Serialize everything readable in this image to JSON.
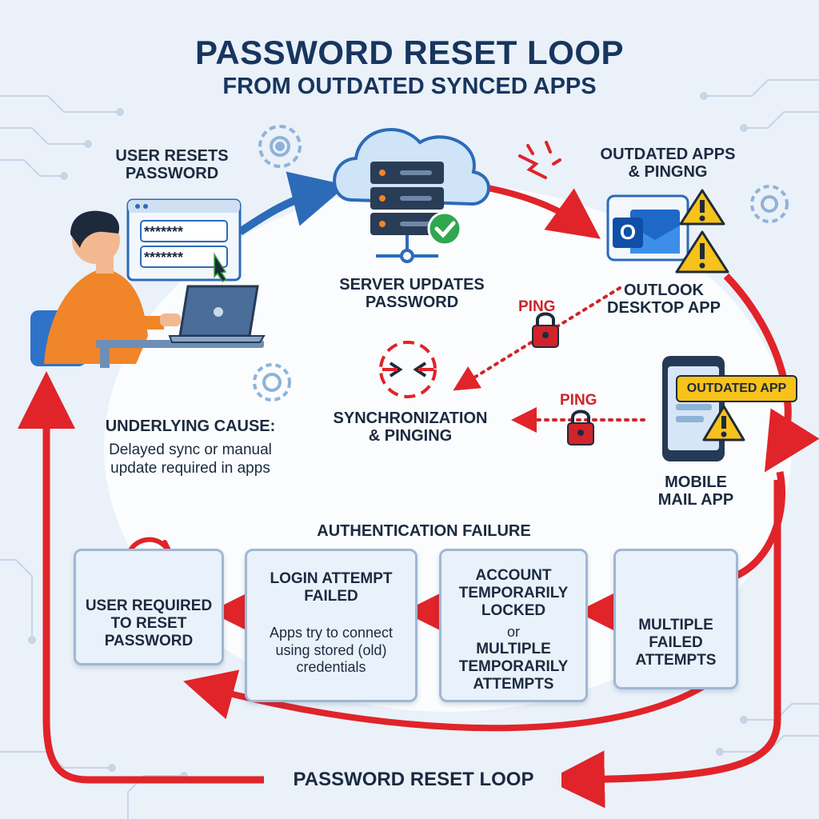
{
  "title": "PASSWORD RESET LOOP",
  "subtitle": "FROM OUTDATED SYNCED APPS",
  "user_resets": "USER RESETS\nPASSWORD",
  "password_mask_1": "*******",
  "password_mask_2": "*******",
  "server_updates": "SERVER UPDATES\nPASSWORD",
  "outdated_apps": "OUTDATED APPS\n& PINGNG",
  "outlook_app": "OUTLOOK\nDESKTOP APP",
  "outlook_logo_letter": "O",
  "ping_1": "PING",
  "ping_2": "PING",
  "sync_pinging": "SYNCHRONIZATION\n& PINGING",
  "outdated_app_badge": "OUTDATED APP",
  "mobile_app": "MOBILE\nMAIL APP",
  "underlying_cause_title": "UNDERLYING CAUSE:",
  "underlying_cause_desc": "Delayed sync or manual\nupdate required in apps",
  "auth_failure": "AUTHENTICATION FAILURE",
  "box_reset_required": "USER REQUIRED\nTO RESET\nPASSWORD",
  "box_login_failed_title": "LOGIN ATTEMPT\nFAILED",
  "box_login_failed_desc": "Apps try to connect\nusing stored (old)\ncredentials",
  "box_locked_title": "ACCOUNT\nTEMPORARILY\nLOCKED",
  "box_locked_or": "or",
  "box_locked_multiple": "MULTIPLE\nTEMPORARILY\nATTEMPTS",
  "box_multiple_failed": "MULTIPLE\nFAILED\nATTEMPTS",
  "loop_label": "PASSWORD RESET LOOP",
  "colors": {
    "loop_red": "#e02429",
    "flow_blue": "#2c6bb8",
    "box_bg": "#e9f1fa",
    "title_navy": "#17355e"
  },
  "icons": [
    "gear-icon",
    "server-icon",
    "check-icon",
    "broken-link-icon",
    "warning-icon",
    "lock-icon",
    "refresh-icon",
    "phone-icon",
    "laptop-icon",
    "outlook-icon"
  ]
}
